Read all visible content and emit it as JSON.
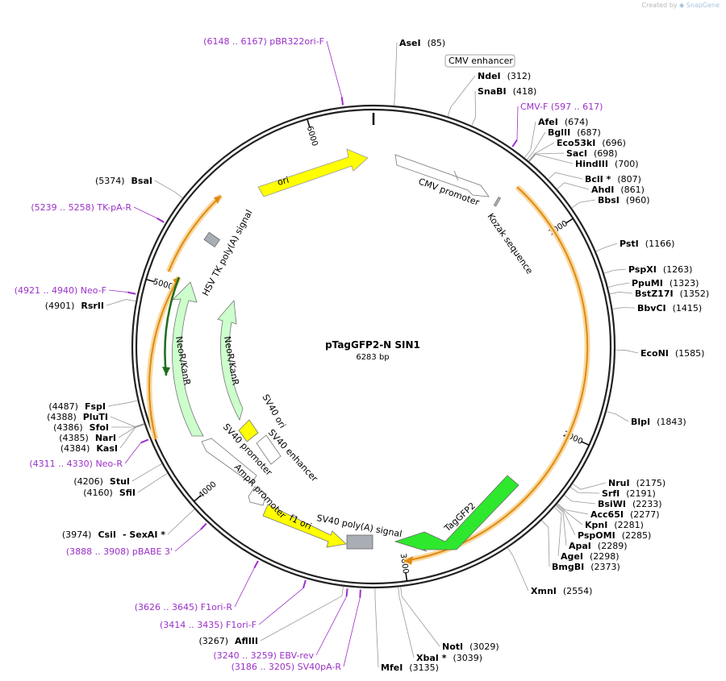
{
  "credit": {
    "prefix": "Created by",
    "brand": "SnapGene"
  },
  "plasmid": {
    "name": "pTagGFP2-N SIN1",
    "length_label": "6283 bp",
    "length": 6283
  },
  "ticks": [
    {
      "pos": 1000,
      "label": "1000"
    },
    {
      "pos": 2000,
      "label": "2000"
    },
    {
      "pos": 3000,
      "label": "3000"
    },
    {
      "pos": 4000,
      "label": "4000"
    },
    {
      "pos": 5000,
      "label": "5000"
    },
    {
      "pos": 6000,
      "label": "6000"
    }
  ],
  "sites": [
    {
      "name": "AseI",
      "pos": "(85)",
      "bp": 85
    },
    {
      "name": "NdeI",
      "pos": "(312)",
      "bp": 312
    },
    {
      "name": "SnaBI",
      "pos": "(418)",
      "bp": 418
    },
    {
      "name": "AfeI",
      "pos": "(674)",
      "bp": 674
    },
    {
      "name": "BglII",
      "pos": "(687)",
      "bp": 687
    },
    {
      "name": "Eco53kI",
      "pos": "(696)",
      "bp": 696
    },
    {
      "name": "SacI",
      "pos": "(698)",
      "bp": 698
    },
    {
      "name": "HindIII",
      "pos": "(700)",
      "bp": 700
    },
    {
      "name": "BclI *",
      "pos": "(807)",
      "bp": 807
    },
    {
      "name": "AhdI",
      "pos": "(861)",
      "bp": 861
    },
    {
      "name": "BbsI",
      "pos": "(960)",
      "bp": 960
    },
    {
      "name": "PstI",
      "pos": "(1166)",
      "bp": 1166
    },
    {
      "name": "PspXI",
      "pos": "(1263)",
      "bp": 1263
    },
    {
      "name": "PpuMI",
      "pos": "(1323)",
      "bp": 1323
    },
    {
      "name": "BstZ17I",
      "pos": "(1352)",
      "bp": 1352
    },
    {
      "name": "BbvCI",
      "pos": "(1415)",
      "bp": 1415
    },
    {
      "name": "EcoNI",
      "pos": "(1585)",
      "bp": 1585
    },
    {
      "name": "BlpI",
      "pos": "(1843)",
      "bp": 1843
    },
    {
      "name": "NruI",
      "pos": "(2175)",
      "bp": 2175
    },
    {
      "name": "SrfI",
      "pos": "(2191)",
      "bp": 2191
    },
    {
      "name": "BsiWI",
      "pos": "(2233)",
      "bp": 2233
    },
    {
      "name": "Acc65I",
      "pos": "(2277)",
      "bp": 2277
    },
    {
      "name": "KpnI",
      "pos": "(2281)",
      "bp": 2281
    },
    {
      "name": "PspOMI",
      "pos": "(2285)",
      "bp": 2285
    },
    {
      "name": "ApaI",
      "pos": "(2289)",
      "bp": 2289
    },
    {
      "name": "AgeI",
      "pos": "(2298)",
      "bp": 2298
    },
    {
      "name": "BmgBI",
      "pos": "(2373)",
      "bp": 2373
    },
    {
      "name": "XmnI",
      "pos": "(2554)",
      "bp": 2554
    },
    {
      "name": "NotI",
      "pos": "(3029)",
      "bp": 3029
    },
    {
      "name": "XbaI *",
      "pos": "(3039)",
      "bp": 3039
    },
    {
      "name": "MfeI",
      "pos": "(3135)",
      "bp": 3135
    },
    {
      "name": "AflIII",
      "pos": "(3267)",
      "bp": 3267
    },
    {
      "name": "CsiI",
      "pos": "(3974)",
      "bp": 3974,
      "extra": "- SexAI *"
    },
    {
      "name": "SfiI",
      "pos": "(4160)",
      "bp": 4160
    },
    {
      "name": "StuI",
      "pos": "(4206)",
      "bp": 4206
    },
    {
      "name": "KasI",
      "pos": "(4384)",
      "bp": 4384
    },
    {
      "name": "NarI",
      "pos": "(4385)",
      "bp": 4385
    },
    {
      "name": "SfoI",
      "pos": "(4386)",
      "bp": 4386
    },
    {
      "name": "PluTI",
      "pos": "(4388)",
      "bp": 4388
    },
    {
      "name": "FspI",
      "pos": "(4487)",
      "bp": 4487
    },
    {
      "name": "RsrII",
      "pos": "(4901)",
      "bp": 4901
    },
    {
      "name": "BsaI",
      "pos": "(5374)",
      "bp": 5374
    }
  ],
  "primers": [
    {
      "text": "(6148 .. 6167)  pBR322ori-F",
      "bp": 6157
    },
    {
      "text": "CMV-F   (597 .. 617)",
      "bp": 607
    },
    {
      "text": "(5239 .. 5258)  TK-pA-R",
      "bp": 5248
    },
    {
      "text": "(4921 .. 4940)  Neo-F",
      "bp": 4930
    },
    {
      "text": "(4311 .. 4330)  Neo-R",
      "bp": 4320
    },
    {
      "text": "(3888 .. 3908)  pBABE 3'",
      "bp": 3898
    },
    {
      "text": "(3626 .. 3645)  F1ori-R",
      "bp": 3635
    },
    {
      "text": "(3414 .. 3435)  F1ori-F",
      "bp": 3424
    },
    {
      "text": "(3240 .. 3259)  EBV-rev",
      "bp": 3249
    },
    {
      "text": "(3186 .. 3205)  SV40pA-R",
      "bp": 3195
    }
  ],
  "features": [
    {
      "label": "CMV enhancer",
      "color": "#ffffff"
    },
    {
      "label": "CMV promoter",
      "color": "#ffffff"
    },
    {
      "label": "Kozak sequence",
      "color": "#a9a9a9"
    },
    {
      "label": "TagGFP2",
      "color": "#2ee82e"
    },
    {
      "label": "SV40 poly(A) signal",
      "color": "#a9adb4"
    },
    {
      "label": "f1 ori",
      "color": "#ffff00"
    },
    {
      "label": "AmpR promoter",
      "color": "#ffffff"
    },
    {
      "label": "SV40 promoter",
      "color": "#ffffff"
    },
    {
      "label": "SV40 enhancer",
      "color": "#ffffff"
    },
    {
      "label": "SV40 ori",
      "color": "#ffff00"
    },
    {
      "label": "NeoR/KanR",
      "color": "#ccffcc"
    },
    {
      "label": "NeoR/KanR",
      "color": "#ccffcc"
    },
    {
      "label": "HSV TK poly(A) signal",
      "color": "#a9adb4"
    },
    {
      "label": "ori",
      "color": "#ffff00"
    }
  ],
  "colors": {
    "primer": "#9b30c8",
    "orf": "#f5a623",
    "backbone": "#222222"
  }
}
